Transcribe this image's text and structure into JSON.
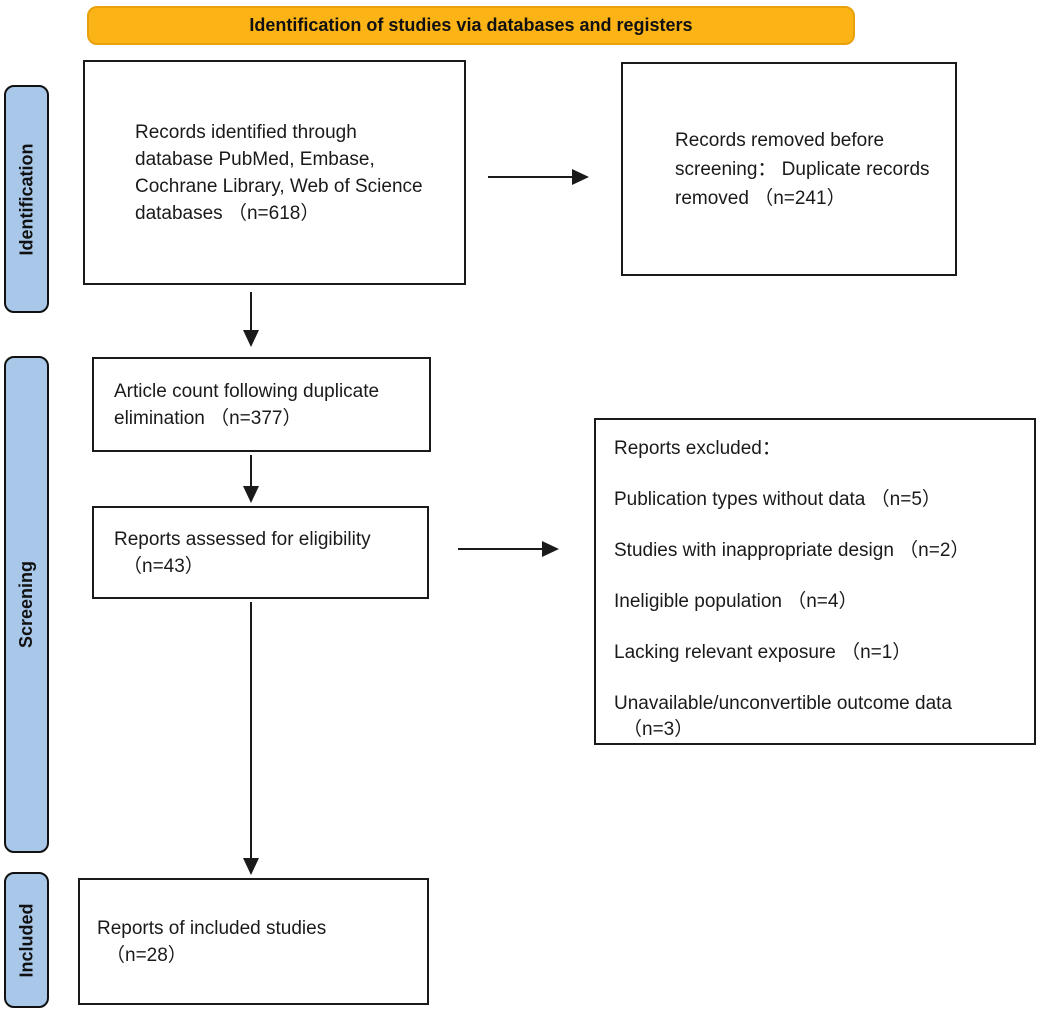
{
  "banner": {
    "label": "Identification of studies via databases and registers",
    "fill": "#fcb315",
    "border": "#e9a10b"
  },
  "stages": {
    "fill": "#a8c7e9",
    "identification": "Identification",
    "screening": "Screening",
    "included": "Included"
  },
  "boxes": {
    "records_identified": {
      "line1": "Records identified through",
      "line2": "database PubMed, Embase,",
      "line3": "Cochrane Library, Web of Science",
      "line4": "databases （n=618）"
    },
    "records_removed": {
      "line1": "Records removed before",
      "line2": "screening： Duplicate records",
      "line3": "removed （n=241）"
    },
    "after_duplicate_elimination": {
      "line1": "Article count following duplicate",
      "line2": "elimination （n=377）"
    },
    "assessed_for_eligibility": {
      "line1": "Reports assessed for eligibility",
      "line2": "（n=43）"
    },
    "reports_excluded": {
      "title": "Reports excluded：",
      "reason1": "Publication types without data （n=5）",
      "reason2": "Studies with inappropriate design （n=2）",
      "reason3": "Ineligible population （n=4）",
      "reason4": "Lacking relevant exposure （n=1）",
      "reason5": "Unavailable/unconvertible outcome data",
      "reason5_cont": "（n=3）"
    },
    "included_studies": {
      "line1": "Reports of included studies",
      "line2": "（n=28）"
    }
  }
}
